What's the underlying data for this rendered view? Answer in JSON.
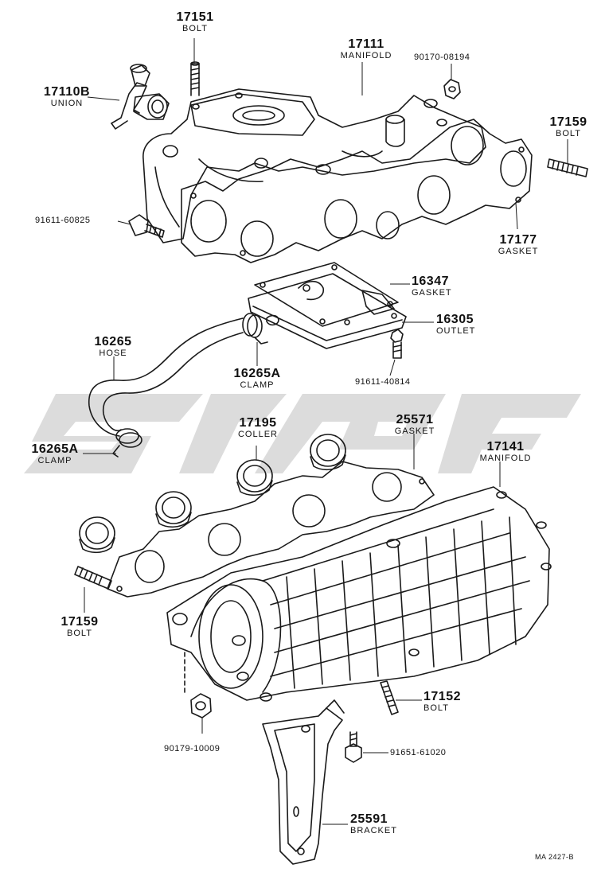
{
  "labels": {
    "p17151": {
      "num": "17151",
      "name": "BOLT"
    },
    "p17111": {
      "num": "17111",
      "name": "MANIFOLD"
    },
    "p90170": {
      "num": "90170-08194"
    },
    "p17110B": {
      "num": "17110B",
      "name": "UNION"
    },
    "p17159a": {
      "num": "17159",
      "name": "BOLT"
    },
    "p91611a": {
      "num": "91611-60825"
    },
    "p17177": {
      "num": "17177",
      "name": "GASKET"
    },
    "p16347": {
      "num": "16347",
      "name": "GASKET"
    },
    "p16305": {
      "num": "16305",
      "name": "OUTLET"
    },
    "p16265": {
      "num": "16265",
      "name": "HOSE"
    },
    "p16265Aa": {
      "num": "16265A",
      "name": "CLAMP"
    },
    "p91611b": {
      "num": "91611-40814"
    },
    "p17195": {
      "num": "17195",
      "name": "COLLER"
    },
    "p25571": {
      "num": "25571",
      "name": "GASKET"
    },
    "p17141": {
      "num": "17141",
      "name": "MANIFOLD"
    },
    "p16265Ab": {
      "num": "16265A",
      "name": "CLAMP"
    },
    "p17159b": {
      "num": "17159",
      "name": "BOLT"
    },
    "p17152": {
      "num": "17152",
      "name": "BOLT"
    },
    "p90179": {
      "num": "90179-10009"
    },
    "p91651": {
      "num": "91651-61020"
    },
    "p25591": {
      "num": "25591",
      "name": "BRACKET"
    }
  },
  "diagram_code": "MA 2427-B",
  "colors": {
    "ink": "#1a1a1a",
    "watermark": "#d4d4d4",
    "paper": "#ffffff"
  }
}
